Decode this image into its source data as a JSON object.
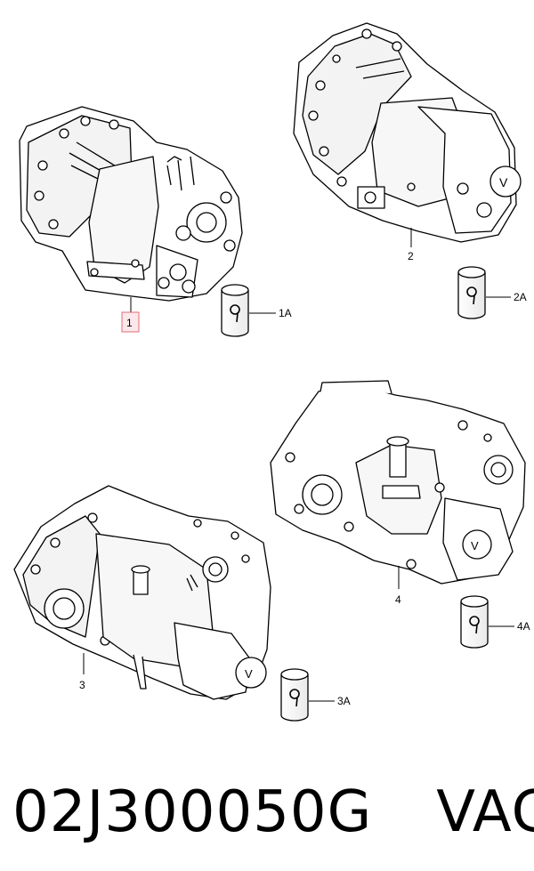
{
  "diagram": {
    "items": [
      {
        "id": "gearbox-1",
        "label": "1",
        "highlighted": true
      },
      {
        "id": "oil-1a",
        "label": "1A"
      },
      {
        "id": "gearbox-2",
        "label": "2"
      },
      {
        "id": "oil-2a",
        "label": "2A"
      },
      {
        "id": "gearbox-3",
        "label": "3"
      },
      {
        "id": "oil-3a",
        "label": "3A"
      },
      {
        "id": "gearbox-4",
        "label": "4"
      },
      {
        "id": "oil-4a",
        "label": "4A"
      }
    ],
    "highlight_color": "#e06c78",
    "line_color": "#000000"
  },
  "footer": {
    "part_number": "02J300050G",
    "brand": "VAG"
  }
}
